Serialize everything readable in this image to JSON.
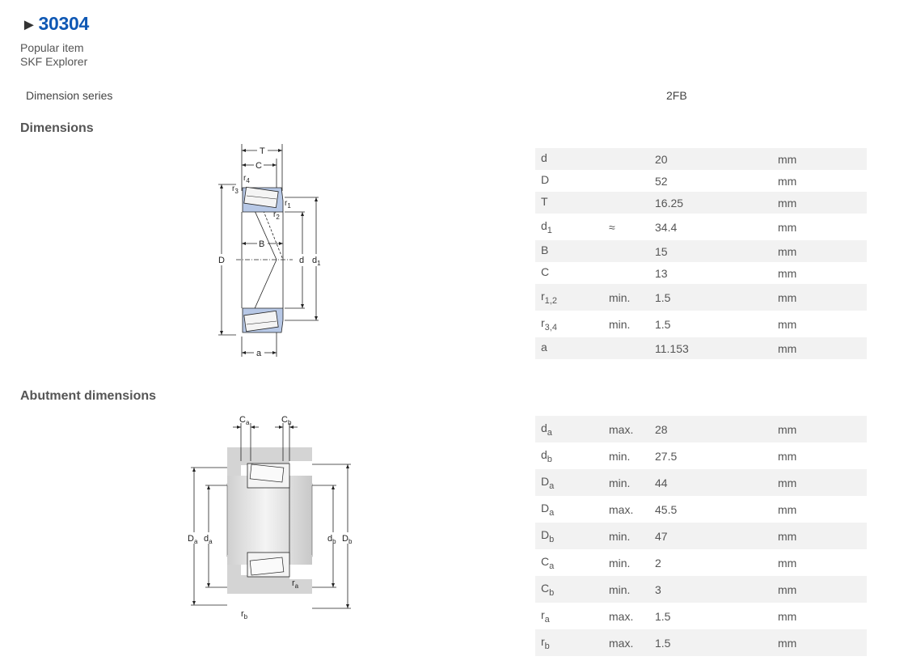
{
  "product": {
    "arrow": "►",
    "code": "30304",
    "tag1": "Popular item",
    "tag2": "SKF Explorer"
  },
  "dimension_series": {
    "label": "Dimension series",
    "value": "2FB"
  },
  "sections": {
    "dimensions": "Dimensions",
    "abutment": "Abutment dimensions"
  },
  "dimensions": [
    {
      "sym": "d",
      "sub": "",
      "qual": "",
      "value": "20",
      "unit": "mm"
    },
    {
      "sym": "D",
      "sub": "",
      "qual": "",
      "value": "52",
      "unit": "mm"
    },
    {
      "sym": "T",
      "sub": "",
      "qual": "",
      "value": "16.25",
      "unit": "mm"
    },
    {
      "sym": "d",
      "sub": "1",
      "qual": "≈",
      "value": "34.4",
      "unit": "mm"
    },
    {
      "sym": "B",
      "sub": "",
      "qual": "",
      "value": "15",
      "unit": "mm"
    },
    {
      "sym": "C",
      "sub": "",
      "qual": "",
      "value": "13",
      "unit": "mm"
    },
    {
      "sym": "r",
      "sub": "1,2",
      "qual": "min.",
      "value": "1.5",
      "unit": "mm"
    },
    {
      "sym": "r",
      "sub": "3,4",
      "qual": "min.",
      "value": "1.5",
      "unit": "mm"
    },
    {
      "sym": "a",
      "sub": "",
      "qual": "",
      "value": "11.153",
      "unit": "mm"
    }
  ],
  "abutment": [
    {
      "sym": "d",
      "sub": "a",
      "qual": "max.",
      "value": "28",
      "unit": "mm"
    },
    {
      "sym": "d",
      "sub": "b",
      "qual": "min.",
      "value": "27.5",
      "unit": "mm"
    },
    {
      "sym": "D",
      "sub": "a",
      "qual": "min.",
      "value": "44",
      "unit": "mm"
    },
    {
      "sym": "D",
      "sub": "a",
      "qual": "max.",
      "value": "45.5",
      "unit": "mm"
    },
    {
      "sym": "D",
      "sub": "b",
      "qual": "min.",
      "value": "47",
      "unit": "mm"
    },
    {
      "sym": "C",
      "sub": "a",
      "qual": "min.",
      "value": "2",
      "unit": "mm"
    },
    {
      "sym": "C",
      "sub": "b",
      "qual": "min.",
      "value": "3",
      "unit": "mm"
    },
    {
      "sym": "r",
      "sub": "a",
      "qual": "max.",
      "value": "1.5",
      "unit": "mm"
    },
    {
      "sym": "r",
      "sub": "b",
      "qual": "max.",
      "value": "1.5",
      "unit": "mm"
    }
  ],
  "diagram_labels": {
    "T": "T",
    "C": "C",
    "r4": "r",
    "r4_sub": "4",
    "r3": "r",
    "r3_sub": "3",
    "r1": "r",
    "r1_sub": "1",
    "r2": "r",
    "r2_sub": "2",
    "B": "B",
    "D": "D",
    "d": "d",
    "d1": "d",
    "d1_sub": "1",
    "a": "a",
    "Ca": "C",
    "Ca_sub": "a",
    "Cb": "C",
    "Cb_sub": "b",
    "Da": "D",
    "Da_sub": "a",
    "da": "d",
    "da_sub": "a",
    "db": "d",
    "db_sub": "b",
    "Db": "D",
    "Db_sub": "b",
    "ra": "r",
    "ra_sub": "a",
    "rb": "r",
    "rb_sub": "b"
  },
  "colors": {
    "accent": "#0f58b4",
    "ring_fill": "#b7c8e6",
    "stripe": "#f2f2f2",
    "housing_gray": "#d4d4d4"
  }
}
